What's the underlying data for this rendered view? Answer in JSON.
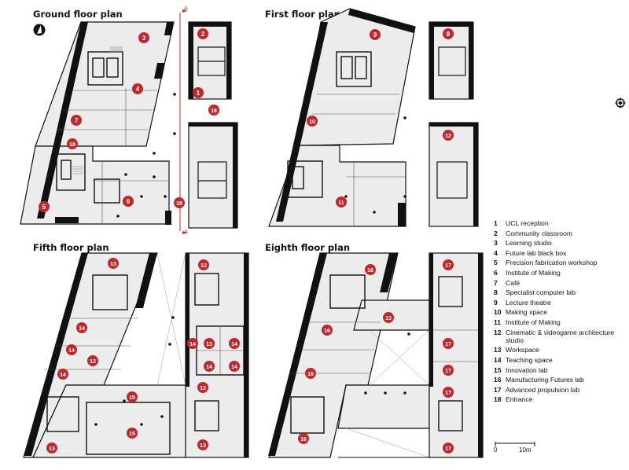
{
  "plans": [
    {
      "id": "ground",
      "title": "Ground floor plan"
    },
    {
      "id": "first",
      "title": "First floor plan"
    },
    {
      "id": "fifth",
      "title": "Fifth floor plan"
    },
    {
      "id": "eighth",
      "title": "Eighth floor plan"
    }
  ],
  "section_marker": "A",
  "legend": [
    {
      "num": "1",
      "label": "UCL reception"
    },
    {
      "num": "2",
      "label": "Community classroom"
    },
    {
      "num": "3",
      "label": "Learning studio"
    },
    {
      "num": "4",
      "label": "Future lab black box"
    },
    {
      "num": "5",
      "label": "Precision fabrication workshop"
    },
    {
      "num": "6",
      "label": "Institute of Making"
    },
    {
      "num": "7",
      "label": "Café"
    },
    {
      "num": "8",
      "label": "Specialist computer lab"
    },
    {
      "num": "9",
      "label": "Lecture theatre"
    },
    {
      "num": "10",
      "label": "Making space"
    },
    {
      "num": "11",
      "label": "Institute of Making"
    },
    {
      "num": "12",
      "label": "Cinematic & videogame architecture studio"
    },
    {
      "num": "13",
      "label": "Workspace"
    },
    {
      "num": "14",
      "label": "Teaching space"
    },
    {
      "num": "15",
      "label": "Innovation lab"
    },
    {
      "num": "16",
      "label": "Manufacturing Futures lab"
    },
    {
      "num": "17",
      "label": "Advanced propulsion lab"
    },
    {
      "num": "18",
      "label": "Entrance"
    }
  ],
  "scale": {
    "start": "0",
    "end": "10m"
  },
  "room_markers": {
    "ground": [
      "3",
      "2",
      "4",
      "1",
      "18",
      "7",
      "18",
      "5",
      "6",
      "18"
    ],
    "first": [
      "9",
      "8",
      "10",
      "12",
      "11"
    ],
    "fifth": [
      "13",
      "13",
      "14",
      "14",
      "13",
      "14",
      "14",
      "13",
      "14",
      "14",
      "14",
      "13",
      "15",
      "15",
      "13",
      "13"
    ],
    "eighth": [
      "16",
      "17",
      "13",
      "16",
      "17",
      "16",
      "17",
      "17",
      "16",
      "17"
    ]
  },
  "colors": {
    "marker": "#c0282d",
    "wall": "#111111",
    "floor": "#ececec",
    "section_line": "#c0282d"
  }
}
